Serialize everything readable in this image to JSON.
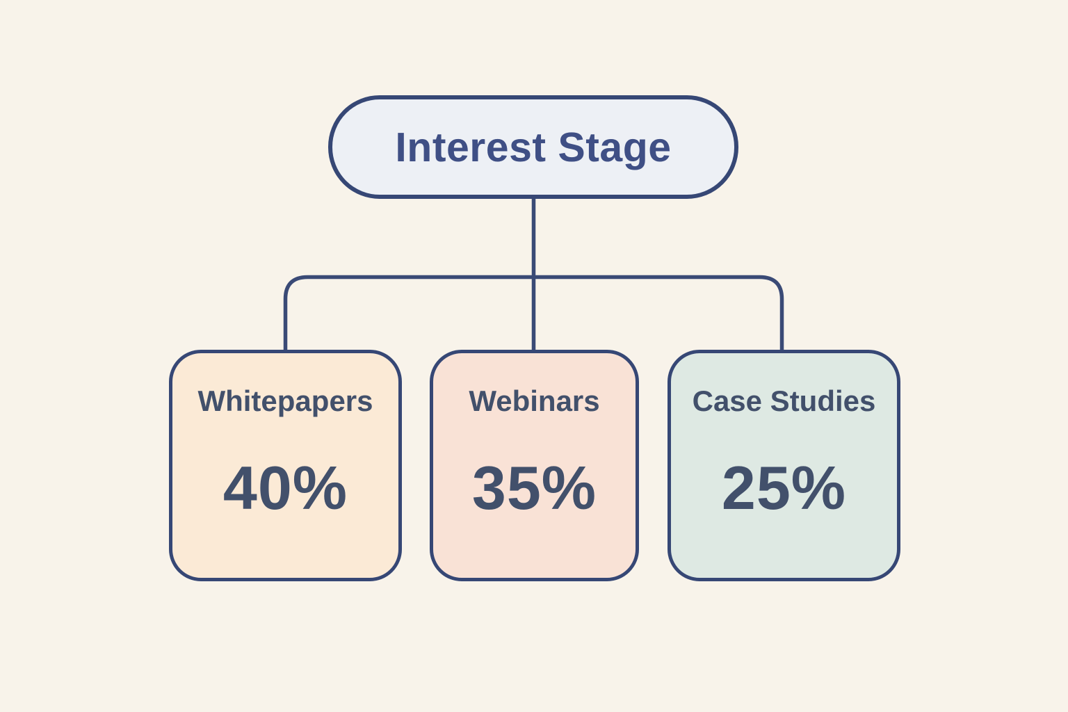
{
  "page": {
    "background": "#f8f3ea"
  },
  "colors": {
    "border": "#364775",
    "connector": "#3a4a76",
    "root_fill": "#edf0f5",
    "root_text": "#3f4f85",
    "node_text": "#42506b"
  },
  "root_node": {
    "label": "Interest Stage"
  },
  "nodes": [
    {
      "label": "Whitepapers",
      "value": "40%",
      "fill": "#fbead6"
    },
    {
      "label": "Webinars",
      "value": "35%",
      "fill": "#f9e2d6"
    },
    {
      "label": "Case Studies",
      "value": "25%",
      "fill": "#dee9e3"
    }
  ]
}
